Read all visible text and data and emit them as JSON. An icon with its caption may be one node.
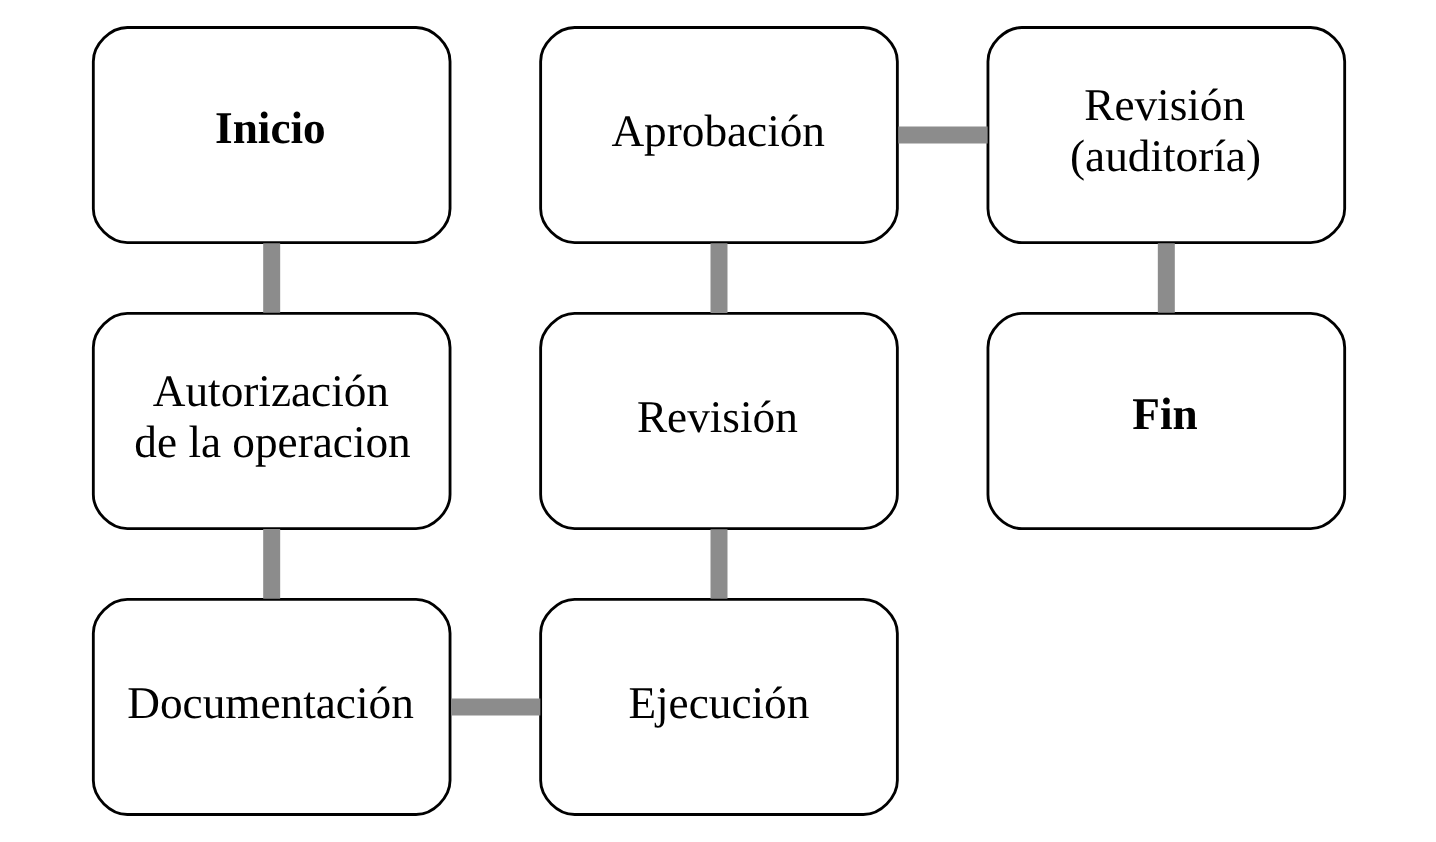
{
  "diagram": {
    "nodes": [
      {
        "text": [
          "Inicio"
        ]
      },
      {
        "text": [
          "Autorización de la operacion"
        ]
      },
      {
        "text": [
          "Documentación"
        ]
      },
      {
        "text": [
          "Ejecución"
        ]
      },
      {
        "text": [
          "Revisión"
        ]
      },
      {
        "text": [
          "Aprobación"
        ]
      },
      {
        "text": [
          "Revisión (auditoría)"
        ]
      },
      {
        "text": [
          "Fin"
        ]
      }
    ],
    "edges": [
      {
        "from": 0,
        "to": 1,
        "arrow": "none"
      },
      {
        "from": 1,
        "to": 2,
        "arrow": "none"
      },
      {
        "from": 2,
        "to": 3,
        "arrow": "none"
      },
      {
        "from": 3,
        "to": 4,
        "arrow": "none"
      },
      {
        "from": 4,
        "to": 5,
        "arrow": "none"
      },
      {
        "from": 5,
        "to": 6,
        "arrow": "none"
      },
      {
        "from": 6,
        "to": 7,
        "arrow": "none"
      }
    ]
  }
}
